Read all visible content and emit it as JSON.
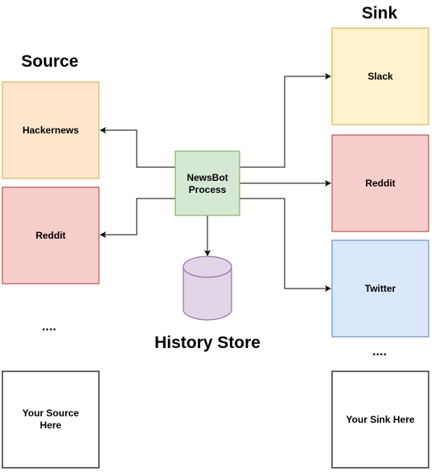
{
  "headings": {
    "source": "Source",
    "sink": "Sink",
    "history_store": "History Store"
  },
  "nodes": {
    "hackernews": {
      "label": "Hackernews",
      "fill": "#ffe6cc",
      "stroke": "#d6b656"
    },
    "reddit_source": {
      "label": "Reddit",
      "fill": "#f8cecc",
      "stroke": "#b85450"
    },
    "your_source": {
      "label_line1": "Your Source",
      "label_line2": "Here",
      "fill": "#ffffff",
      "stroke": "#000000"
    },
    "newsbot": {
      "label_line1": "NewsBot",
      "label_line2": "Process",
      "fill": "#d5e8d4",
      "stroke": "#82b366"
    },
    "slack": {
      "label": "Slack",
      "fill": "#fff2cc",
      "stroke": "#d6b656"
    },
    "reddit_sink": {
      "label": "Reddit",
      "fill": "#f8cecc",
      "stroke": "#b85450"
    },
    "twitter": {
      "label": "Twitter",
      "fill": "#dae8fc",
      "stroke": "#6c8ebf"
    },
    "your_sink": {
      "label": "Your Sink Here",
      "fill": "#ffffff",
      "stroke": "#000000"
    },
    "history_db": {
      "fill": "#e1d5e7",
      "stroke": "#9673a6"
    }
  },
  "ellipsis": {
    "source": "....",
    "sink": "...."
  }
}
